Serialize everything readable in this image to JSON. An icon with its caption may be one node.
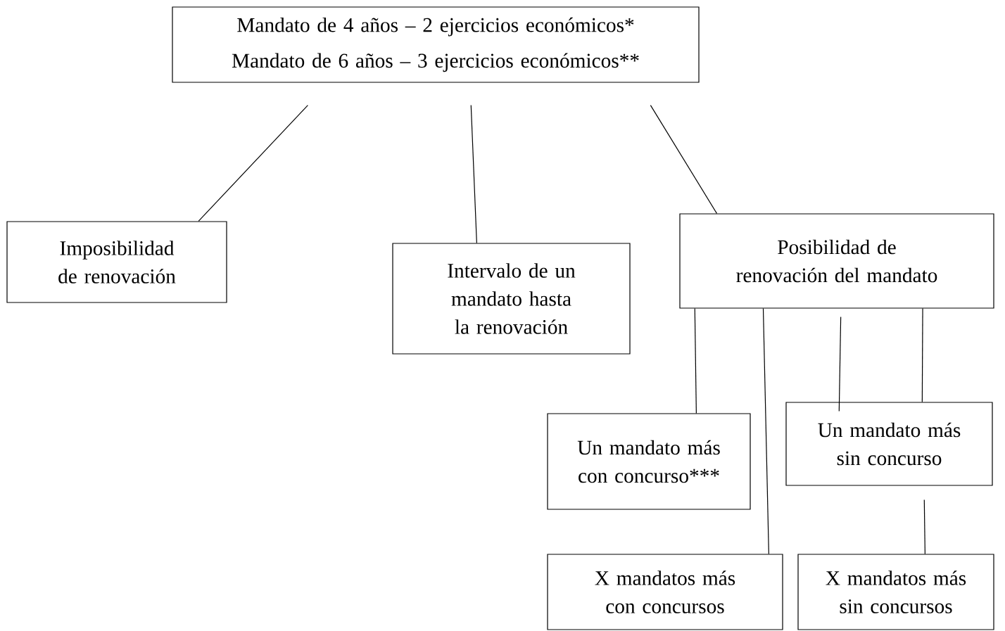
{
  "diagram": {
    "nodes": [
      {
        "text": [
          "Mandato de 4 años – 2 ejercicios económicos*",
          "Mandato de 6 años – 3 ejercicios económicos**"
        ]
      },
      {
        "text": [
          "Imposibilidad de renovación"
        ]
      },
      {
        "text": [
          "Intervalo de un mandato hasta la renovación"
        ]
      },
      {
        "text": [
          "Posibilidad de renovación del mandato"
        ]
      },
      {
        "text": [
          "Un mandato más con concurso***"
        ]
      },
      {
        "text": [
          "Un mandato más sin concurso"
        ]
      },
      {
        "text": [
          "X mandatos más con concursos"
        ]
      },
      {
        "text": [
          "X mandatos más sin concursos"
        ]
      }
    ],
    "edges": [
      {
        "from": 0,
        "to": 1,
        "arrow": "none"
      },
      {
        "from": 0,
        "to": 2,
        "arrow": "none"
      },
      {
        "from": 0,
        "to": 3,
        "arrow": "none"
      },
      {
        "from": 3,
        "to": 4,
        "arrow": "none"
      },
      {
        "from": 3,
        "to": 6,
        "arrow": "none"
      },
      {
        "from": 3,
        "to": 5,
        "arrow": "none"
      },
      {
        "from": 3,
        "to": 5,
        "arrow": "none"
      },
      {
        "from": 5,
        "to": 7,
        "arrow": "none"
      }
    ]
  }
}
